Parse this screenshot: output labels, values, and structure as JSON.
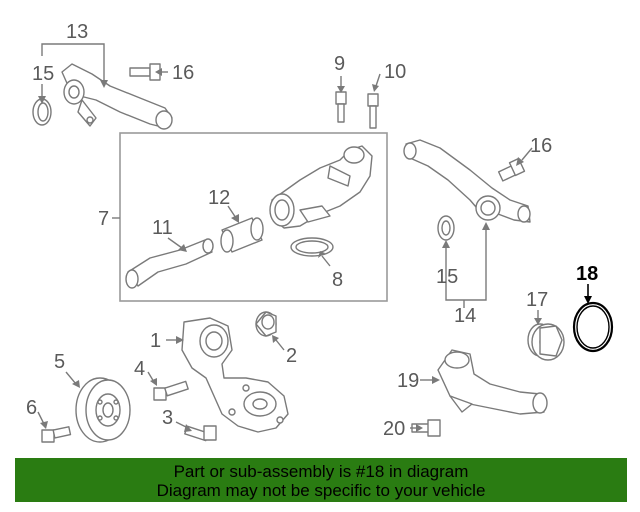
{
  "callouts": {
    "c1": "1",
    "c2": "2",
    "c3": "3",
    "c4": "4",
    "c5": "5",
    "c6": "6",
    "c7": "7",
    "c8": "8",
    "c9": "9",
    "c10": "10",
    "c11": "11",
    "c12": "12",
    "c13": "13",
    "c14": "14",
    "c15a": "15",
    "c15b": "15",
    "c16a": "16",
    "c16b": "16",
    "c17": "17",
    "c18": "18",
    "c19": "19",
    "c20": "20"
  },
  "highlighted_part": "18",
  "colors": {
    "banner": "#2a7c12",
    "line": "#7a7a7a",
    "highlight": "#000000"
  },
  "banner": {
    "line1": "Part or sub-assembly is #18 in diagram",
    "line2": "Diagram may not be specific to your vehicle"
  }
}
